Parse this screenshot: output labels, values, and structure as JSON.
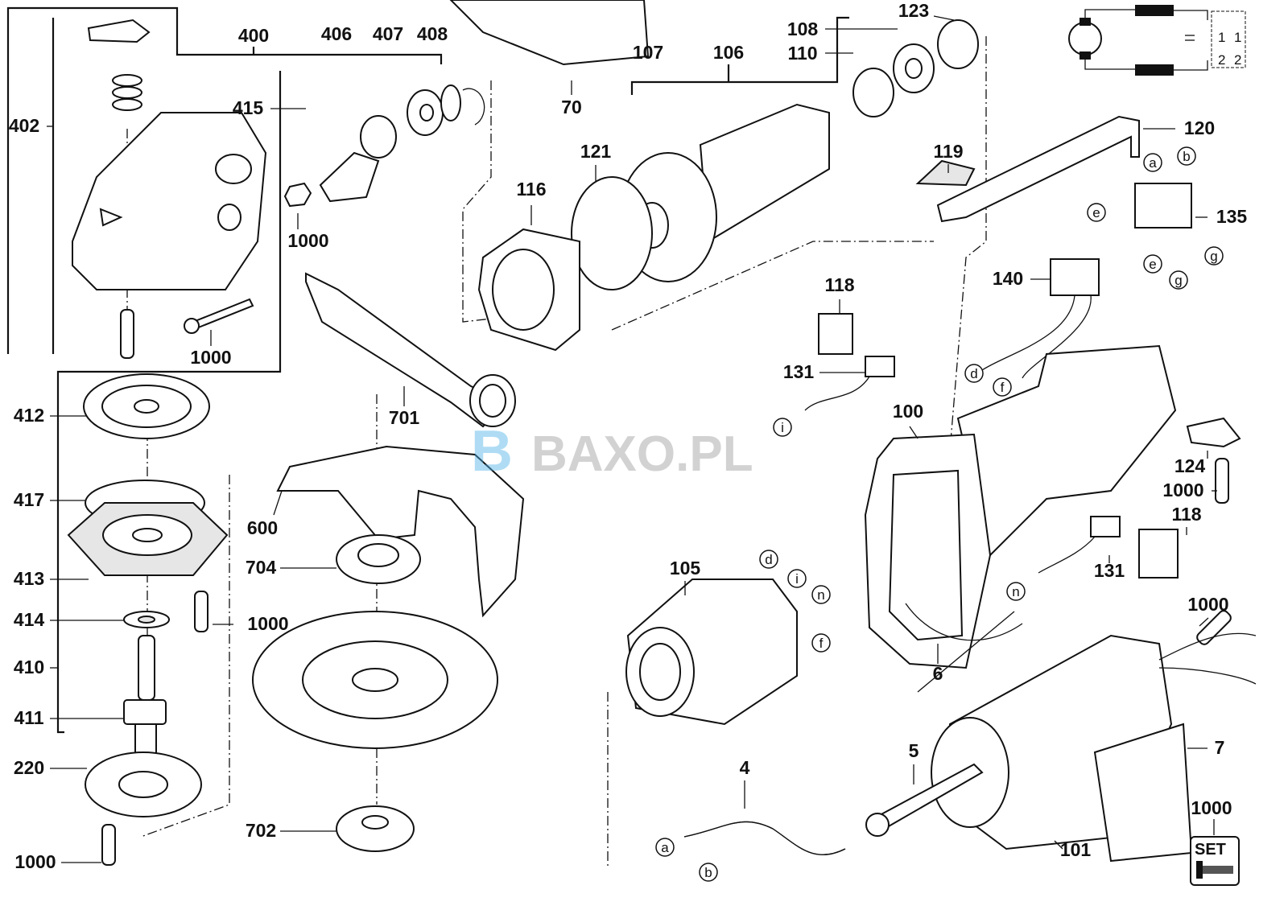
{
  "watermark": {
    "brand": "BAXO.PL",
    "accent": "#4fb3e8"
  },
  "labels": [
    "400",
    "406",
    "407",
    "408",
    "402",
    "415",
    "1000",
    "1000",
    "70",
    "107",
    "106",
    "108",
    "110",
    "123",
    "121",
    "116",
    "120",
    "119",
    "135",
    "140",
    "118",
    "131",
    "100",
    "701",
    "412",
    "124",
    "1000",
    "118",
    "417",
    "600",
    "704",
    "105",
    "131",
    "413",
    "414",
    "1000",
    "1000",
    "410",
    "6",
    "411",
    "7",
    "4",
    "5",
    "220",
    "702",
    "101",
    "1000",
    "1000"
  ],
  "wire_letters": [
    "a",
    "b",
    "e",
    "g",
    "e",
    "g",
    "d",
    "f",
    "i",
    "d",
    "i",
    "n",
    "n",
    "f",
    "a",
    "b"
  ],
  "set_badge": {
    "text": "SET"
  }
}
